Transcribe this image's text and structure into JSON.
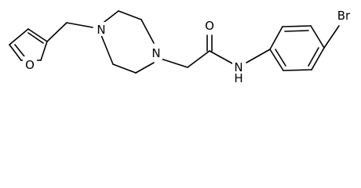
{
  "molecule": {
    "atoms": {
      "furan_oxygen": "O",
      "piperazine_n4": "N",
      "piperazine_n1": "N",
      "carbonyl_oxygen": "O",
      "amide_nitrogen": "N",
      "amide_hydrogen": "H",
      "bromine": "Br"
    }
  },
  "colors": {
    "bond": "#000000",
    "label": "#000000",
    "background": "#ffffff"
  }
}
